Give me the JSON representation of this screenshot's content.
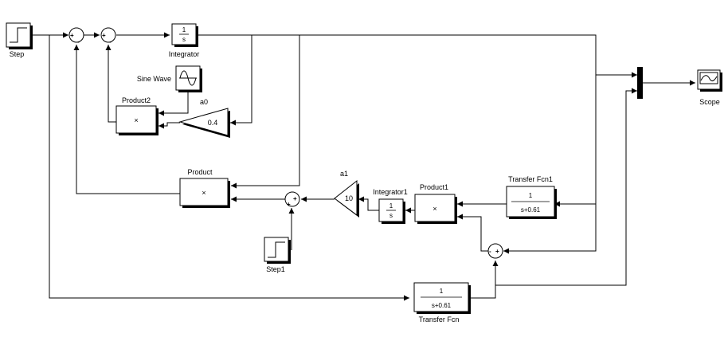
{
  "blocks": {
    "step": {
      "label": "Step"
    },
    "step1": {
      "label": "Step1"
    },
    "integrator": {
      "label": "Integrator",
      "num": "1",
      "den": "s"
    },
    "integrator1": {
      "label": "Integrator1",
      "num": "1",
      "den": "s"
    },
    "sine_wave": {
      "label": "Sine Wave"
    },
    "a0": {
      "label": "a0",
      "value": "0.4"
    },
    "a1": {
      "label": "a1",
      "value": "10"
    },
    "product": {
      "label": "Product",
      "symbol": "×"
    },
    "product1": {
      "label": "Product1",
      "symbol": "×"
    },
    "product2": {
      "label": "Product2",
      "symbol": "×"
    },
    "tf": {
      "label": "Transfer Fcn",
      "num": "1",
      "den": "s+0.61"
    },
    "tf1": {
      "label": "Transfer Fcn1",
      "num": "1",
      "den": "s+0.61"
    },
    "scope": {
      "label": "Scope"
    }
  },
  "signs": {
    "sum1": [
      "+",
      "-"
    ],
    "sum2": [
      "+",
      "-"
    ],
    "sum3": [
      "+",
      "+"
    ],
    "sum4": [
      "-",
      "+"
    ]
  }
}
